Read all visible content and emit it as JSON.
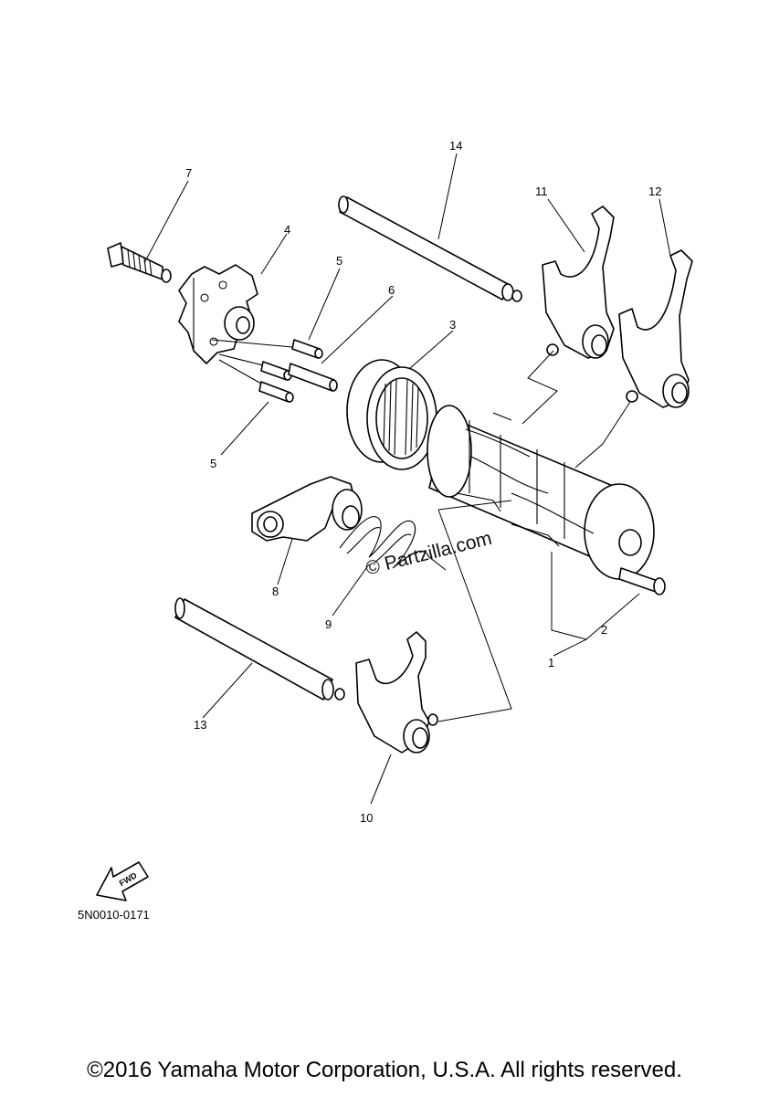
{
  "callouts": {
    "c1": "1",
    "c2": "2",
    "c3": "3",
    "c4": "4",
    "c5a": "5",
    "c5b": "5",
    "c6": "6",
    "c7": "7",
    "c8": "8",
    "c9": "9",
    "c10": "10",
    "c11": "11",
    "c12": "12",
    "c13": "13",
    "c14": "14"
  },
  "fwd_label": "FWD",
  "watermark": "© Partzilla.com",
  "diagram_code": "5N0010-0171",
  "copyright": "©2016 Yamaha Motor Corporation, U.S.A. All rights reserved."
}
